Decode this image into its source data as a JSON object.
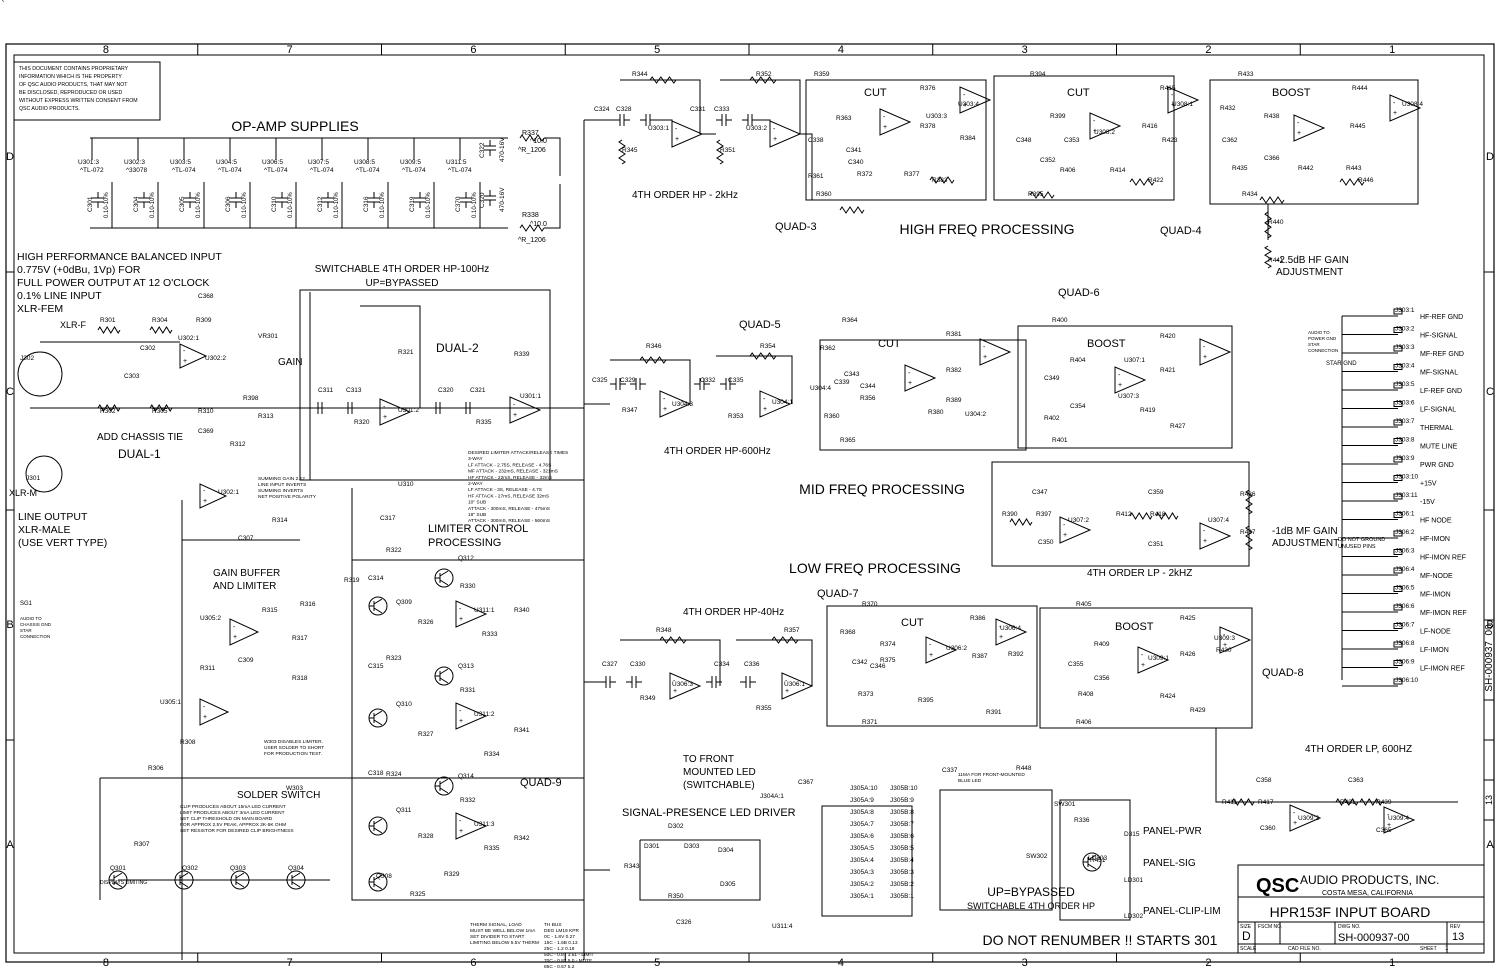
{
  "border": {
    "columns": [
      "8",
      "7",
      "6",
      "5",
      "4",
      "3",
      "2",
      "1"
    ],
    "rows": [
      "D",
      "C",
      "B",
      "A"
    ]
  },
  "notice": [
    "THIS DOCUMENT CONTAINS PROPRIETARY",
    "INFORMATION WHICH IS THE PROPERTY",
    "OF QSC AUDIO PRODUCTS, THAT MAY NOT",
    "BE DISCLOSED, REPRODUCED OR USED",
    "WITHOUT EXPRESS WRITTEN CONSENT FROM",
    "QSC AUDIO PRODUCTS."
  ],
  "headings": {
    "op_amp_supplies": "OP-AMP SUPPLIES",
    "high_freq": "HIGH FREQ PROCESSING",
    "mid_freq": "MID FREQ PROCESSING",
    "low_freq": "LOW FREQ PROCESSING",
    "limiter": [
      "LIMITER CONTROL",
      "PROCESSING"
    ],
    "gain_buffer": [
      "GAIN BUFFER",
      "AND LIMITER"
    ],
    "signal_presence": "SIGNAL-PRESENCE LED DRIVER",
    "front_led": [
      "TO FRONT",
      "MOUNTED LED",
      "(SWITCHABLE)"
    ],
    "switchable_hp100": [
      "SWITCHABLE 4TH ORDER HP-100Hz",
      "UP=BYPASSED"
    ],
    "switchable_hp_bottom": [
      "UP=BYPASSED",
      "SWITCHABLE 4TH ORDER HP"
    ],
    "solder_switch": "SOLDER SWITCH",
    "do_not_renumber": "DO NOT RENUMBER !! STARTS 301"
  },
  "input_notes": {
    "perf": [
      "HIGH PERFORMANCE BALANCED INPUT",
      "0.775V (+0dBu, 1Vp) FOR",
      "FULL POWER OUTPUT AT 12 O'CLOCK",
      "0.1% LINE INPUT",
      "XLR-FEM"
    ],
    "line_output": [
      "LINE OUTPUT",
      "XLR-MALE",
      "(USE VERT TYPE)"
    ],
    "xlr_f": "XLR-F",
    "xlr_m": "XLR-M",
    "chassis_tie": "ADD CHASSIS TIE",
    "dual1": "DUAL-1",
    "dual2": "DUAL-2",
    "gain": "GAIN",
    "sg1": "SG1"
  },
  "stage_labels": {
    "hp_2k": "4TH ORDER HP - 2kHz",
    "quad3": "QUAD-3",
    "quad4": "QUAD-4",
    "hf_adjust": [
      "-2.5dB HF GAIN",
      "ADJUSTMENT"
    ],
    "quad5": "QUAD-5",
    "quad6": "QUAD-6",
    "hp_600": "4TH ORDER HP-600Hz",
    "mf_adjust": [
      "-1dB MF GAIN",
      "ADJUSTMENT"
    ],
    "lp_2k": "4TH ORDER LP - 2kHZ",
    "quad7": "QUAD-7",
    "quad8": "QUAD-8",
    "quad9": "QUAD-9",
    "hp_40": "4TH ORDER HP-40Hz",
    "lp_600": "4TH ORDER LP, 600HZ",
    "cut1": "CUT",
    "cut2": "CUT",
    "boost1": "BOOST",
    "cut3": "CUT",
    "boost2": "BOOST",
    "cut4": "CUT",
    "boost3": "BOOST"
  },
  "connectors": [
    "J303:1",
    "HF-REF GND",
    "J303:2",
    "HF-SIGNAL",
    "J303:3",
    "MF-REF GND",
    "J303:4",
    "MF-SIGNAL",
    "J303:5",
    "LF-REF GND",
    "J303:6",
    "LF-SIGNAL",
    "J303:7",
    "THERMAL",
    "J303:8",
    "MUTE LINE",
    "J303:9",
    "PWR GND",
    "J303:10",
    "+15V",
    "J303:11",
    "-15V",
    "J306:1",
    "HF NODE",
    "J306:2",
    "HF-IMON",
    "J306:3",
    "HF-IMON REF",
    "J306:4",
    "MF-NODE",
    "J306:5",
    "MF-IMON",
    "J306:6",
    "MF-IMON REF",
    "J306:7",
    "LF-NODE",
    "J306:8",
    "LF-IMON",
    "J306:9",
    "LF-IMON REF",
    "J306:10",
    ""
  ],
  "panel": {
    "pwr": "PANEL-PWR",
    "sig": "PANEL-SIG",
    "clip": "PANEL-CLIP-LIM"
  },
  "title_block": {
    "company": "AUDIO PRODUCTS, INC.",
    "city": "COSTA MESA, CALIFORNIA",
    "logo": "QSC",
    "title": "HPR153F INPUT BOARD",
    "size_label": "SIZE",
    "size": "D",
    "fscm_label": "FSCM NO.",
    "dwg_label": "DWG NO.",
    "dwg": "SH-000937-00",
    "rev_label": "REV",
    "rev": "13",
    "scale_label": "SCALE",
    "cad_label": "CAD FILE NO.",
    "sheet_label": "SHEET",
    "sheet": "1",
    "side_dwg": "SH-000937_00"
  },
  "supplies": {
    "chips": [
      "U301:3",
      "U302:3",
      "U303:5",
      "U304:5",
      "U306:5",
      "U307:5",
      "U308:5",
      "U309:5",
      "U311:5"
    ],
    "parts": [
      "TL-072",
      "33078",
      "TL-074",
      "TL-074",
      "TL-074",
      "TL-074",
      "TL-074",
      "TL-074",
      "TL-074"
    ],
    "caps": [
      "C301",
      "C304",
      "C305",
      "C306",
      "C310",
      "C312",
      "C316",
      "C319",
      "C370"
    ],
    "resistors": [
      "R337",
      "R338"
    ],
    "res_vals": [
      "^10.0",
      "^10.0"
    ]
  },
  "components": {
    "hf": [
      "R344",
      "R352",
      "R359",
      "C324",
      "C328",
      "C331",
      "C333",
      "U303:1",
      "U303:2",
      "R345",
      "R351",
      "C338",
      "C340",
      "C341",
      "R361",
      "R363",
      "R372",
      "R377",
      "R383",
      "R360",
      "R376",
      "R378",
      "R384",
      "U303:4",
      "U303:3",
      "R394",
      "R399",
      "C348",
      "C352",
      "C353",
      "R406",
      "R414",
      "R395",
      "R415",
      "R416",
      "R423",
      "R422",
      "U308:1",
      "U308:2",
      "R433",
      "R432",
      "C362",
      "C366",
      "R438",
      "R435",
      "R442",
      "R443",
      "R444",
      "R445",
      "R446",
      "R434",
      "R440",
      "R441",
      "U308:4"
    ],
    "mf": [
      "R364",
      "R346",
      "R354",
      "C325",
      "C329",
      "C332",
      "C335",
      "U304:3",
      "U304:1",
      "R347",
      "R353",
      "R362",
      "C339",
      "C344",
      "C343",
      "R360",
      "R356",
      "R380",
      "R381",
      "R382",
      "R389",
      "U304:4",
      "U304:2",
      "R365",
      "R400",
      "R404",
      "C349",
      "C354",
      "R402",
      "R419",
      "R420",
      "R421",
      "R427",
      "R401",
      "U307:1",
      "U307:3"
    ],
    "lp": [
      "C347",
      "C359",
      "R390",
      "R397",
      "C350",
      "R412",
      "R418",
      "C351",
      "U307:2",
      "U307:4",
      "R436",
      "R437"
    ],
    "lf": [
      "R370",
      "R348",
      "R357",
      "C327",
      "C330",
      "C334",
      "C336",
      "U306:3",
      "U306:1",
      "R349",
      "R355",
      "R368",
      "R374",
      "R375",
      "C342",
      "C346",
      "R373",
      "R395",
      "R387",
      "R391",
      "R386",
      "R392",
      "U306:2",
      "U306:4",
      "R371",
      "R405",
      "R409",
      "C355",
      "C356",
      "R408",
      "R424",
      "R426",
      "R425",
      "R430",
      "R429",
      "R406",
      "U309:1",
      "U309:3",
      "C358",
      "C363",
      "R411",
      "R417",
      "R431",
      "R439",
      "C360",
      "C365",
      "U309:2",
      "U309:4"
    ],
    "input": [
      "R301",
      "R304",
      "C368",
      "R309",
      "C302",
      "C303",
      "R302",
      "R305",
      "R310",
      "C369",
      "U302:1",
      "U302:2",
      "R313",
      "R312",
      "R398",
      "VR301",
      "J302",
      "J301",
      "U302:1",
      "U305:2",
      "U305:1",
      "R311",
      "R315",
      "R317",
      "R318",
      "R308",
      "R306",
      "R316",
      "C309",
      "C307",
      "R314",
      "Q301",
      "Q302",
      "Q303",
      "Q304",
      "R307"
    ],
    "dual2": [
      "C311",
      "C313",
      "R321",
      "U301:2",
      "C320",
      "C321",
      "R320",
      "R339",
      "U301:1",
      "R335"
    ],
    "limiter": [
      "U310",
      "C317",
      "R319",
      "C314",
      "R322",
      "Q312",
      "R330",
      "Q309",
      "R326",
      "U311:1",
      "R340",
      "R333",
      "C315",
      "R323",
      "Q313",
      "R331",
      "Q310",
      "R327",
      "U311:2",
      "R341",
      "R334",
      "C318",
      "R324",
      "Q314",
      "R332",
      "Q311",
      "R328",
      "U311:3",
      "R342",
      "R335",
      "Q308",
      "R325",
      "R329"
    ],
    "led": [
      "J304A:1",
      "C367",
      "D302",
      "D301",
      "D303",
      "D304",
      "D305",
      "R350",
      "R343",
      "C326",
      "U311:4",
      "C337",
      "R448",
      "SW302",
      "SW301",
      "R336",
      "R451",
      "D315",
      "LD301",
      "LD302",
      "LD303",
      "Q315"
    ]
  },
  "small_notes": {
    "limiter_times": [
      "DESIRED LIMITER ATTACK/RELEASE TIMES",
      "3-WAY",
      "LF ATTACK - 2.75S, RELEASE - 4.76S",
      "MF ATTACK - 232mS, RELEASE - 321mS",
      "HF ATTACK - 22mS, RELEASE - 32mS",
      "2-WAY",
      "LF ATTACK - 3S, RELEASE - 4.7S",
      "HF ATTACK - 27mS, RELEASE 32mS",
      "10\" SUB",
      "ATTACK - 300mS, RELEASE - 475mS",
      "18\" SUB",
      "ATTACK - 300mS, RELEASE - 560mS"
    ],
    "summing": [
      "SUMMING GAIN 2.12",
      "LINE INPUT INVERTS",
      "SUMMING INVERTS",
      "NET POSITIVE POLARITY"
    ],
    "w303": [
      "W303 DISABLES LIMITER.",
      "USER SOLDER TO SHORT",
      "FOR PRODUCTION TEST."
    ],
    "clip": [
      "CLIP PRODUCES ABOUT 15mA LED CURRENT",
      "LIMIT PRODUCES ABOUT 3mA LED CURRENT",
      "SET CLIP THRESHOLD ON MAIN BOARD",
      "FOR APPROX 2.5V PEAK, APPROX 2K-5K OHM",
      "SET RESISTOR FOR DESIRED CLIP BRIGHTNESS"
    ],
    "therm": [
      "THERM SIGNAL, LOAD",
      "MUST BE WELL BELOW 1mA",
      "SET DIVIDER TO START",
      "LIMITING BELOW 5.5V THERM"
    ],
    "therm_table": [
      "TH BUS",
      "DEG LM19 KPR",
      "0C - 1.8V 0.27",
      "15C - 1.5B 0.13",
      "25C - 1.2 0.18",
      "50C - 0.87 3.51 - LIMIT",
      "70C - 0.87 5.0 - MUTE",
      "85C - 0.57 5.2",
      "95C - 0.75 3.86"
    ],
    "star": [
      "AUDIO TO",
      "POWER GND",
      "STAR",
      "CONNECTION",
      "STAR GND"
    ],
    "chassis": [
      "AUDIO TO",
      "CHASSIS GND",
      "STAR",
      "CONNECTION"
    ],
    "do_not_ground": [
      "DO NOT GROUND",
      "UNUSED PINS"
    ],
    "displays": "DISPLAYS LIMITING",
    "blue_led": [
      "11MA FOR FRONT-MOUNTED",
      "BLUE LED"
    ],
    "w303_lbl": "W303"
  }
}
